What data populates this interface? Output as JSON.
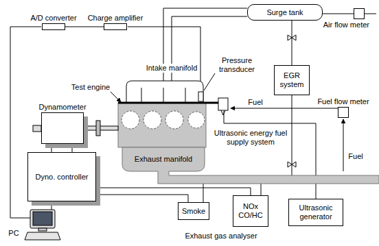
{
  "diagram": {
    "nodes": [
      {
        "text": [
          "A/D converter"
        ]
      },
      {
        "text": [
          "Charge amplifier"
        ]
      },
      {
        "text": [
          "Surge tank"
        ]
      },
      {
        "text": [
          "Air flow meter"
        ]
      },
      {
        "text": [
          "EGR system"
        ]
      },
      {
        "text": [
          "Fuel flow meter"
        ]
      },
      {
        "text": [
          "Dynamometer"
        ]
      },
      {
        "text": [
          "Dyno. controller"
        ]
      },
      {
        "text": [
          "Smoke"
        ]
      },
      {
        "text": [
          "NOx CO/HC"
        ]
      },
      {
        "text": [
          "Ultrasonic generator"
        ]
      }
    ],
    "edges": [
      {
        "from": 0,
        "to": 1,
        "arrow": "none"
      },
      {
        "from": 2,
        "to": 3,
        "arrow": "none"
      },
      {
        "from": 2,
        "to": 4,
        "arrow": "none"
      },
      {
        "from": 7,
        "to": 6,
        "arrow": "none"
      },
      {
        "from": 7,
        "to": 8,
        "arrow": "none"
      },
      {
        "from": 7,
        "to": 9,
        "arrow": "none"
      }
    ],
    "labels": [
      "Test engine",
      "Intake manifold",
      "Pressure transducer",
      "Fuel",
      "Fuel",
      "Ultrasonic energy fuel supply system",
      "Exhaust manifold",
      "Exhaust gas analyser",
      "PC"
    ]
  }
}
